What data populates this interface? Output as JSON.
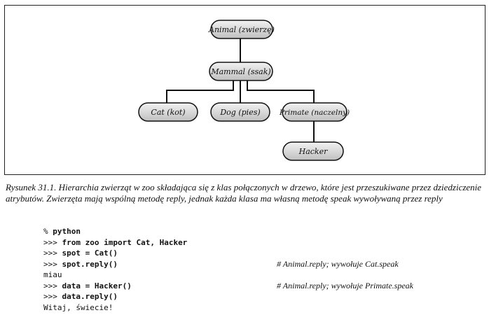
{
  "diagram": {
    "nodes": [
      {
        "id": "animal",
        "label": "Animal (zwierzę)"
      },
      {
        "id": "mammal",
        "label": "Mammal (ssak)"
      },
      {
        "id": "cat",
        "label": "Cat (kot)"
      },
      {
        "id": "dog",
        "label": "Dog (pies)"
      },
      {
        "id": "primate",
        "label": "Primate (naczelny)"
      },
      {
        "id": "hacker",
        "label": "Hacker"
      }
    ],
    "edges": [
      [
        "animal",
        "mammal"
      ],
      [
        "mammal",
        "cat"
      ],
      [
        "mammal",
        "dog"
      ],
      [
        "mammal",
        "primate"
      ],
      [
        "primate",
        "hacker"
      ]
    ]
  },
  "caption": "Rysunek 31.1. Hierarchia zwierząt w zoo składająca się z klas połączonych w drzewo, które jest przeszukiwane przez dziedziczenie atrybutów. Zwierzęta mają wspólną metodę reply, jednak każda klasa ma własną metodę speak wywoływaną przez reply",
  "code": {
    "lines": [
      {
        "prefix": "% ",
        "code": "python",
        "comment": ""
      },
      {
        "prefix": ">>> ",
        "code": "from zoo import Cat, Hacker",
        "comment": ""
      },
      {
        "prefix": ">>> ",
        "code": "spot = Cat()",
        "comment": ""
      },
      {
        "prefix": ">>> ",
        "code": "spot.reply()",
        "comment": "# Animal.reply; wywołuje Cat.speak"
      },
      {
        "prefix": "",
        "code": "",
        "output": "miau",
        "comment": ""
      },
      {
        "prefix": ">>> ",
        "code": "data = Hacker()",
        "comment": "# Animal.reply; wywołuje Primate.speak"
      },
      {
        "prefix": ">>> ",
        "code": "data.reply()",
        "comment": ""
      },
      {
        "prefix": "",
        "code": "",
        "output": "Witaj, świecie!",
        "comment": ""
      }
    ]
  }
}
